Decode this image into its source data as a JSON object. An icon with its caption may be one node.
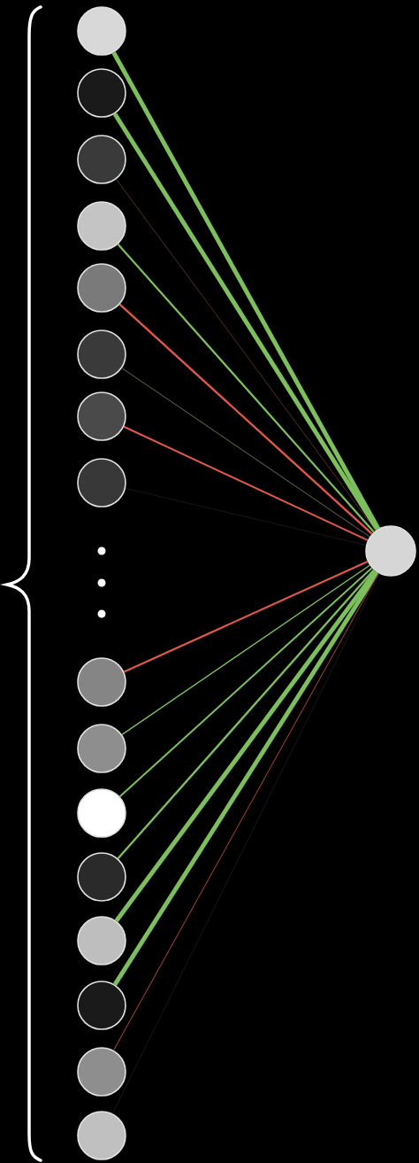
{
  "diagram": {
    "nodes": [
      {
        "text": [],
        "shape": "circle"
      },
      {
        "text": [],
        "shape": "circle"
      },
      {
        "text": [],
        "shape": "circle"
      },
      {
        "text": [],
        "shape": "circle"
      },
      {
        "text": [],
        "shape": "circle"
      },
      {
        "text": [],
        "shape": "circle"
      },
      {
        "text": [],
        "shape": "circle"
      },
      {
        "text": [],
        "shape": "circle"
      },
      {
        "text": [],
        "shape": "circle"
      },
      {
        "text": [],
        "shape": "circle"
      },
      {
        "text": [],
        "shape": "circle"
      },
      {
        "text": [],
        "shape": "circle"
      },
      {
        "text": [],
        "shape": "circle"
      },
      {
        "text": [],
        "shape": "circle"
      },
      {
        "text": [],
        "shape": "circle"
      },
      {
        "text": [],
        "shape": "circle"
      },
      {
        "text": [],
        "shape": "circle"
      }
    ],
    "edges": [
      {
        "from": 0,
        "to": 16,
        "arrow": "none",
        "style": "thick"
      },
      {
        "from": 1,
        "to": 16,
        "arrow": "none",
        "style": "thick"
      },
      {
        "from": 2,
        "to": 16,
        "arrow": "none",
        "color": "#6b3a2a"
      },
      {
        "from": 3,
        "to": 16,
        "arrow": "none"
      },
      {
        "from": 4,
        "to": 16,
        "arrow": "none",
        "color": "#e0584a"
      },
      {
        "from": 5,
        "to": 16,
        "arrow": "none",
        "color": "#5e5e48"
      },
      {
        "from": 6,
        "to": 16,
        "arrow": "none",
        "color": "#e0584a"
      },
      {
        "from": 7,
        "to": 16,
        "arrow": "none",
        "color": "#1e1e1e"
      },
      {
        "from": 8,
        "to": 16,
        "arrow": "none",
        "color": "#e0584a"
      },
      {
        "from": 9,
        "to": 16,
        "arrow": "none"
      },
      {
        "from": 10,
        "to": 16,
        "arrow": "none"
      },
      {
        "from": 11,
        "to": 16,
        "arrow": "none"
      },
      {
        "from": 12,
        "to": 16,
        "arrow": "none",
        "style": "thick"
      },
      {
        "from": 13,
        "to": 16,
        "arrow": "none",
        "style": "thick"
      },
      {
        "from": 14,
        "to": 16,
        "arrow": "none",
        "color": "#a04030"
      },
      {
        "from": 15,
        "to": 16,
        "arrow": "none",
        "color": "#1e1e1e"
      }
    ]
  }
}
